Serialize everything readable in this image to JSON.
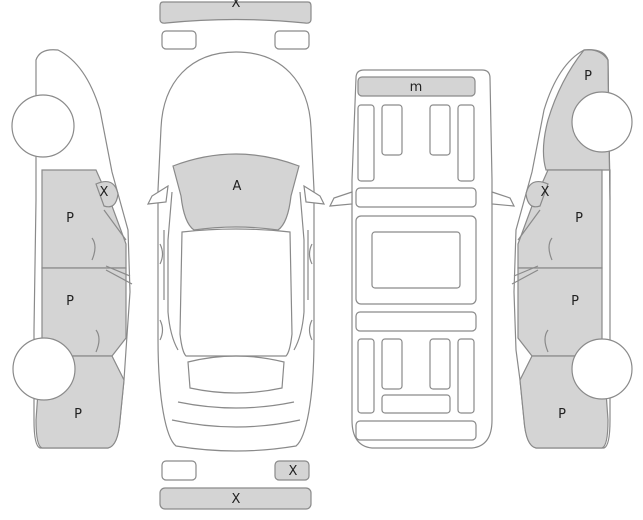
{
  "colors": {
    "damaged_fill": "#d4d4d4",
    "body_fill": "#ffffff",
    "outline": "#8a8a8a",
    "label": "#222222"
  },
  "labels": {
    "front_bumper": "X",
    "front_left_light": "",
    "front_right_light": "",
    "hood": "A",
    "roof": "m",
    "rear_left_light": "",
    "rear_right_light": "X",
    "rear_bumper": "X",
    "left_mirror": "X",
    "left_front_door": "P",
    "left_rear_door": "P",
    "left_rear_fender": "P",
    "right_mirror": "X",
    "right_front_door": "P",
    "right_rear_door": "P",
    "right_rear_fender": "P",
    "right_front_fender": "P"
  }
}
